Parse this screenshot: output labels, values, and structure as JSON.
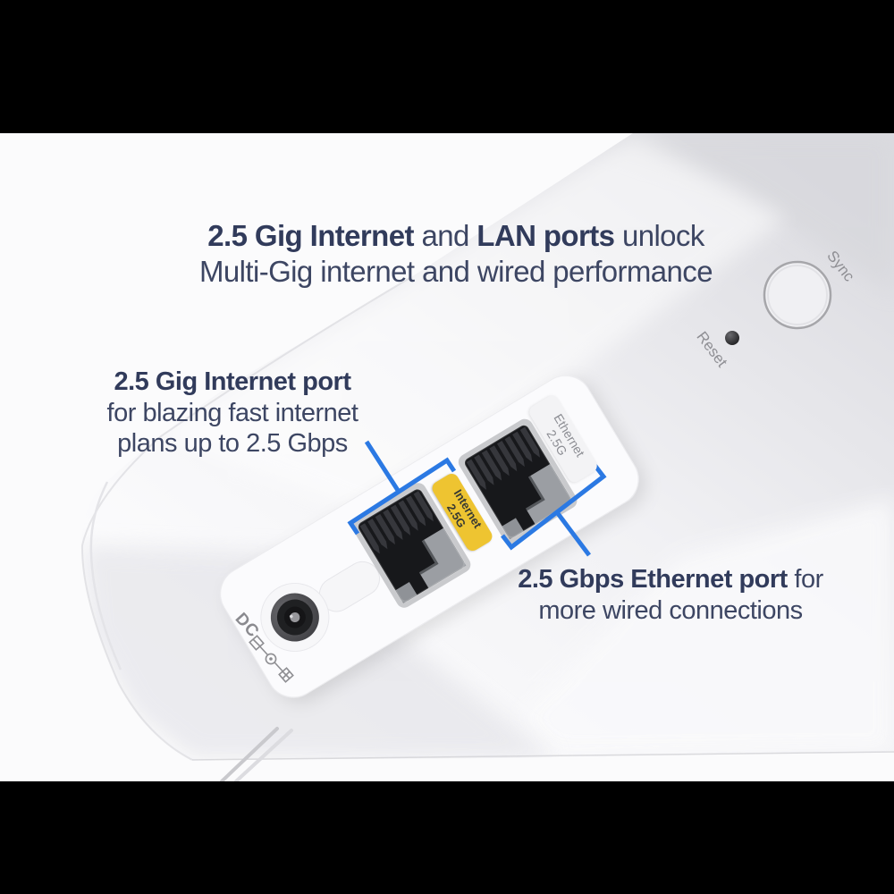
{
  "headline": {
    "bold1": "2.5 Gig Internet",
    "mid": " and ",
    "bold2": "LAN ports",
    "tail": " unlock",
    "line2": "Multi-Gig internet and wired performance"
  },
  "callouts": {
    "internet": {
      "title": "2.5 Gig Internet port",
      "line2": "for blazing fast internet",
      "line3": "plans up to 2.5 Gbps"
    },
    "ethernet": {
      "bold": "2.5 Gbps Ethernet port",
      "tail": " for",
      "line2": "more wired connections"
    }
  },
  "device_labels": {
    "sync": "Sync",
    "reset": "Reset",
    "dc": "DC",
    "internet_port": {
      "line1": "Internet",
      "line2": "2.5G"
    },
    "ethernet_port": {
      "line1": "Ethernet",
      "line2": "2.5G"
    }
  },
  "colors": {
    "letterbox": "#000000",
    "background": "#fbfbfc",
    "accent_blue": "#2b79e3",
    "headline_navy": "#313b5b",
    "body_text_navy": "#3d4663",
    "label_yellow": "#eec431",
    "label_yellow_text": "#383a33",
    "label_white": "#f3f3f5",
    "etched_gray": "#8f8f94",
    "device_body": "#f2f2f4"
  }
}
